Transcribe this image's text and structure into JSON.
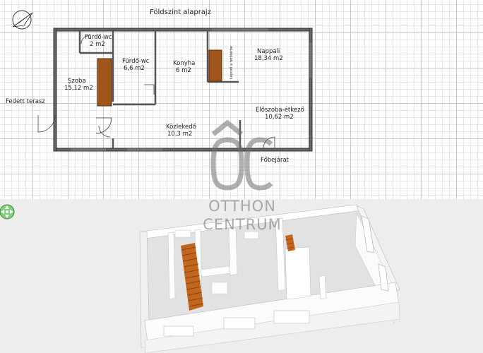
{
  "plan": {
    "title": "Földszint alaprajz",
    "rooms": [
      {
        "name": "Fürdő-wc",
        "area": "2 m2"
      },
      {
        "name": "Fürdő-wc",
        "area": "6,6 m2"
      },
      {
        "name": "Szoba",
        "area": "15,12 m2"
      },
      {
        "name": "Konyha",
        "area": "6 m2"
      },
      {
        "name": "Nappali",
        "area": "18,34 m2"
      },
      {
        "name": "Közlekedő",
        "area": "10,3 m2"
      },
      {
        "name": "Előszoba-étkező",
        "area": "10,62 m2"
      }
    ],
    "labels": {
      "terrace": "Fedett terasz",
      "entrance": "Főbejárat",
      "stair_note": "Lépcső a tetőtérbe"
    },
    "compass_icon": "compass-north-icon",
    "colors": {
      "stair": "#a0561a",
      "wall": "#333333",
      "grid": "#c9c9c9"
    }
  },
  "watermark": {
    "logo_icon": "oc-logo-icon",
    "line1": "OTTHON",
    "line2": "CENTRUM"
  },
  "view3d": {
    "nav_icon": "navigation-arrows-icon",
    "colors": {
      "background": "#ededed",
      "wall": "#f7f7f7",
      "stair": "#c2661e",
      "nav": "#7fd07f"
    }
  }
}
